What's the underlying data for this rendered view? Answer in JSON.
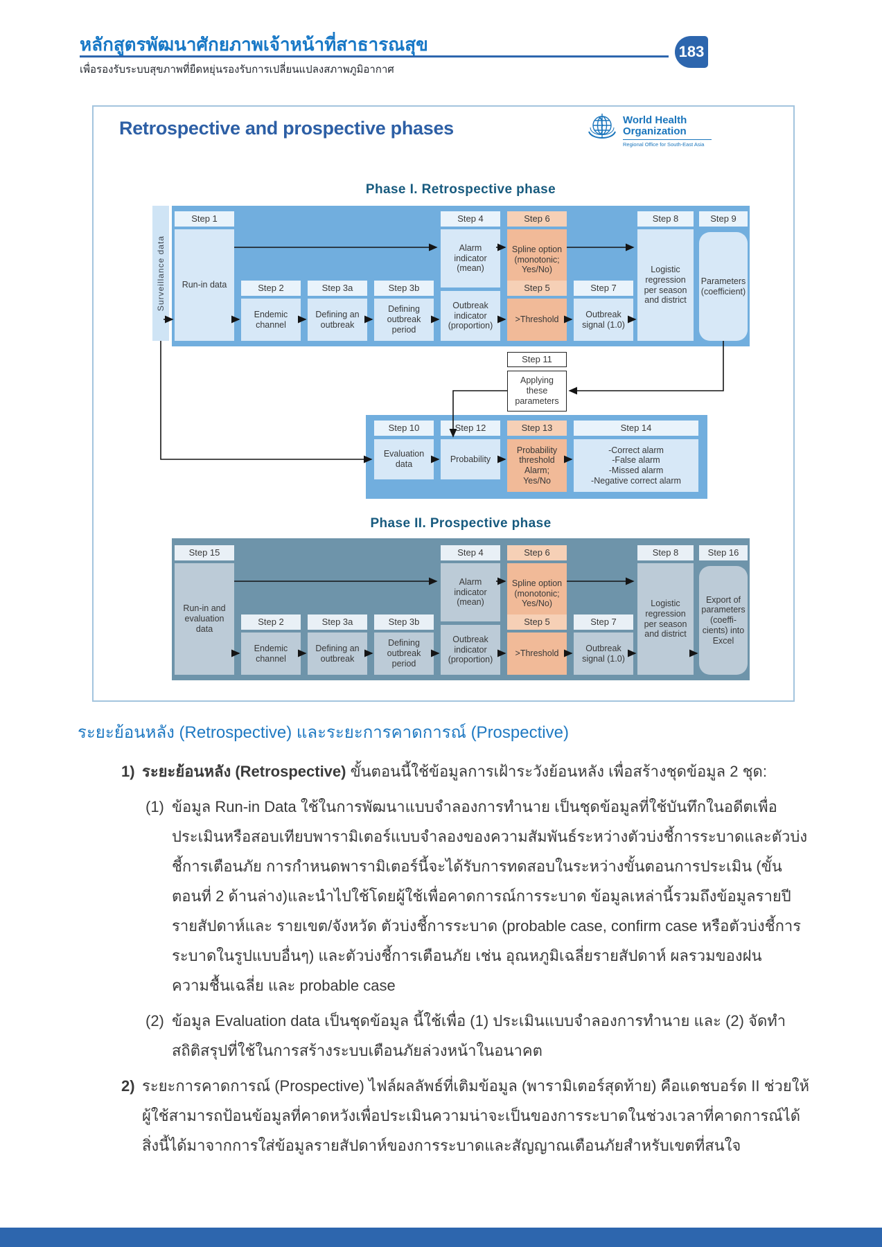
{
  "header": {
    "title": "หลักสูตรพัฒนาศักยภาพเจ้าหน้าที่สาธารณสุข",
    "subtitle": "เพื่อรองรับระบบสุขภาพที่ยืดหยุ่นรองรับการเปลี่ยนแปลงสภาพภูมิอากาศ",
    "page_number": "183"
  },
  "figure": {
    "title": "Retrospective and prospective phases",
    "who": {
      "line1": "World Health",
      "line2": "Organization",
      "office": "Regional Office for South-East Asia"
    },
    "p1": {
      "heading": "Phase I. Retrospective phase",
      "surveillance": "Surveillance data",
      "s1": {
        "step": "Step 1",
        "label": "Run-in data"
      },
      "s2": {
        "step": "Step 2",
        "label": "Endemic channel"
      },
      "s3a": {
        "step": "Step 3a",
        "label": "Defining an outbreak"
      },
      "s3b": {
        "step": "Step 3b",
        "label": "Defining outbreak period"
      },
      "s4": {
        "step": "Step 4",
        "label": "Alarm indicator (mean)"
      },
      "outbreak_indicator": "Outbreak indicator (proportion)",
      "s5": {
        "step": "Step 5",
        "label": ">Threshold"
      },
      "s6": {
        "step": "Step 6",
        "label": "Spline option (monotonic; Yes/No)"
      },
      "s7": {
        "step": "Step 7",
        "label": "Outbreak signal (1.0)"
      },
      "s8": {
        "step": "Step 8",
        "label": "Logistic regression per season and district"
      },
      "s9": {
        "step": "Step 9",
        "label": "Parameters (coefficient)"
      },
      "s11": {
        "step": "Step 11",
        "label": "Applying these parameters"
      },
      "s10": {
        "step": "Step 10",
        "label": "Evaluation data"
      },
      "s12": {
        "step": "Step 12",
        "label": "Probability"
      },
      "s13": {
        "step": "Step 13",
        "label": "Probability\nthreshold\nAlarm;\nYes/No"
      },
      "s14": {
        "step": "Step 14",
        "label": "-Correct alarm\n-False alarm\n-Missed alarm\n-Negative correct alarm"
      }
    },
    "p2": {
      "heading": "Phase II. Prospective phase",
      "s15": {
        "step": "Step 15",
        "label": "Run-in and evaluation data"
      },
      "s2": {
        "step": "Step 2",
        "label": "Endemic channel"
      },
      "s3a": {
        "step": "Step 3a",
        "label": "Defining an outbreak"
      },
      "s3b": {
        "step": "Step 3b",
        "label": "Defining outbreak period"
      },
      "s4": {
        "step": "Step 4",
        "label": "Alarm indicator (mean)"
      },
      "outbreak_indicator": "Outbreak indicator (proportion)",
      "s5": {
        "step": "Step 5",
        "label": ">Threshold"
      },
      "s6": {
        "step": "Step 6",
        "label": "Spline option (monotonic; Yes/No)"
      },
      "s7": {
        "step": "Step 7",
        "label": "Outbreak signal (1.0)"
      },
      "s8": {
        "step": "Step 8",
        "label": "Logistic regression per season and district"
      },
      "s16": {
        "step": "Step 16",
        "label": "Export of\nparameters\n(coeffi-\ncients) into\nExcel"
      }
    }
  },
  "body": {
    "heading": "ระยะย้อนหลัง (Retrospective) และระยะการคาดการณ์ (Prospective)",
    "item1": {
      "num": "1)",
      "lead": "ระยะย้อนหลัง (Retrospective) ",
      "text": "ขั้นตอนนี้ใช้ข้อมูลการเฝ้าระวังย้อนหลัง เพื่อสร้างชุดข้อมูล 2 ชุด:"
    },
    "sub1": {
      "num": "(1)",
      "text": "ข้อมูล Run-in Data ใช้ในการพัฒนาแบบจำลองการทำนาย เป็นชุดข้อมูลที่ใช้บันทึกในอดีตเพื่อประเมินหรือสอบเทียบพารามิเตอร์แบบจำลองของความสัมพันธ์ระหว่างตัวบ่งชี้การระบาดและตัวบ่งชี้การเตือนภัย การกำหนดพารามิเตอร์นี้จะได้รับการทดสอบในระหว่างขั้นตอนการประเมิน (ขั้นตอนที่ 2 ด้านล่าง)และนำไปใช้โดยผู้ใช้เพื่อคาดการณ์การระบาด ข้อมูลเหล่านี้รวมถึงข้อมูลรายปี รายสัปดาห์และ รายเขต/จังหวัด ตัวบ่งชี้การระบาด (probable case, confirm case หรือตัวบ่งชี้การระบาดในรูปแบบอื่นๆ) และตัวบ่งชี้การเตือนภัย เช่น อุณหภูมิเฉลี่ยรายสัปดาห์ ผลรวมของฝน ความชื้นเฉลี่ย และ probable case"
    },
    "sub2": {
      "num": "(2)",
      "text": "ข้อมูล Evaluation data เป็นชุดข้อมูล นี้ใช้เพื่อ (1) ประเมินแบบจำลองการทำนาย และ (2) จัดทำสถิติสรุปที่ใช้ในการสร้างระบบเตือนภัยล่วงหน้าในอนาคต"
    },
    "item2": {
      "num": "2)",
      "text": "ระยะการคาดการณ์ (Prospective) ไฟล์ผลลัพธ์ที่เติมข้อมูล (พารามิเตอร์สุดท้าย) คือแดชบอร์ด II ช่วยให้ผู้ใช้สามารถป้อนข้อมูลที่คาดหวังเพื่อประเมินความน่าจะเป็นของการระบาดในช่วงเวลาที่คาดการณ์ได้ สิ่งนี้ได้มาจากการใส่ข้อมูลรายสัปดาห์ของการระบาดและสัญญาณเตือนภัยสำหรับเขตที่สนใจ"
    }
  }
}
